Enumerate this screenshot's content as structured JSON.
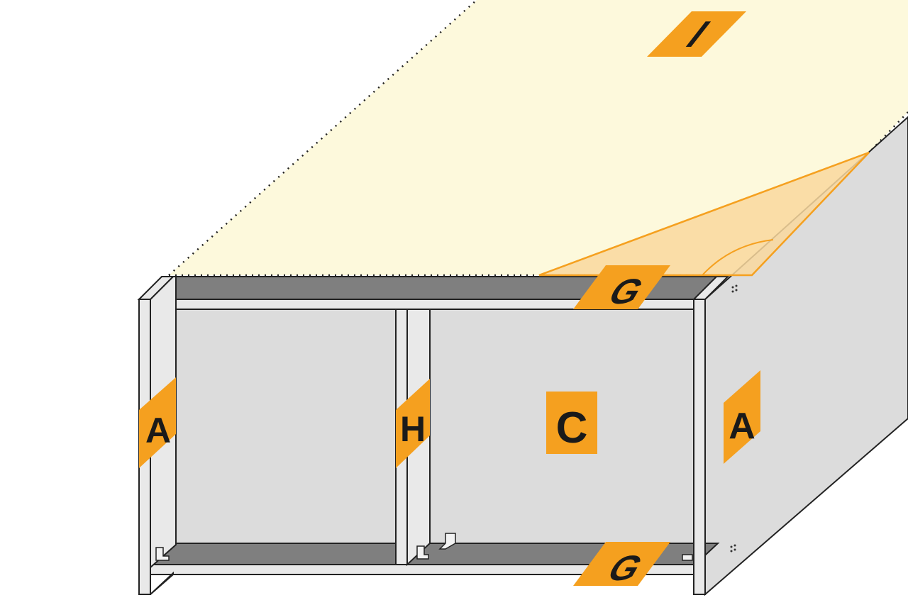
{
  "labels": {
    "top_panel": "I",
    "shelf_top": "G",
    "shelf_bottom": "G",
    "side_left": "A",
    "side_right": "A",
    "divider": "H",
    "back_panel": "C"
  },
  "colors": {
    "top_fill": "#fdf9dc",
    "top_overlay": "#f9d89e",
    "label_fill": "#f5a01f",
    "panel_light": "#dcdcdc",
    "panel_dark": "#7f7f7f",
    "edge_light": "#e9e9e9",
    "stroke": "#222222"
  }
}
